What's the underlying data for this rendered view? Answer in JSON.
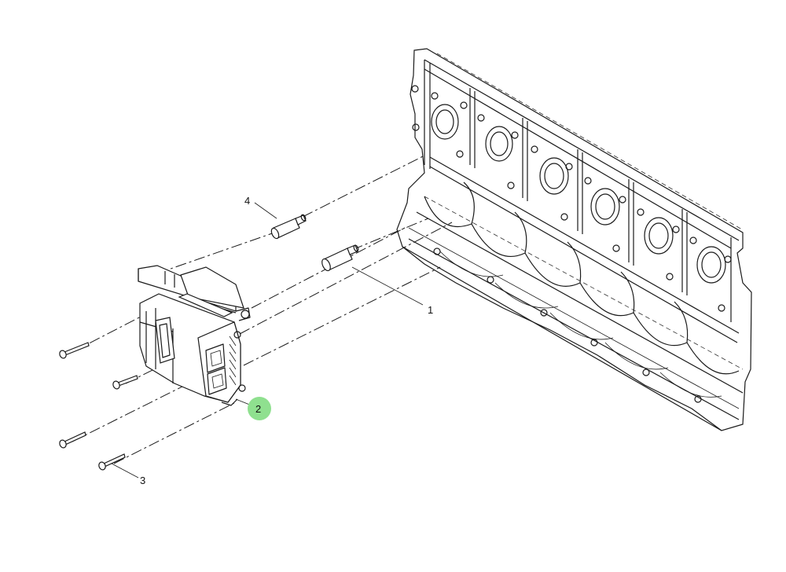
{
  "callouts": [
    {
      "id": "1",
      "label": "1"
    },
    {
      "id": "2",
      "label": "2",
      "highlighted": true
    },
    {
      "id": "3",
      "label": "3"
    },
    {
      "id": "4",
      "label": "4"
    }
  ],
  "colors": {
    "line": "#1a1a1a",
    "highlight": "#8fe08f",
    "background": "#ffffff"
  }
}
